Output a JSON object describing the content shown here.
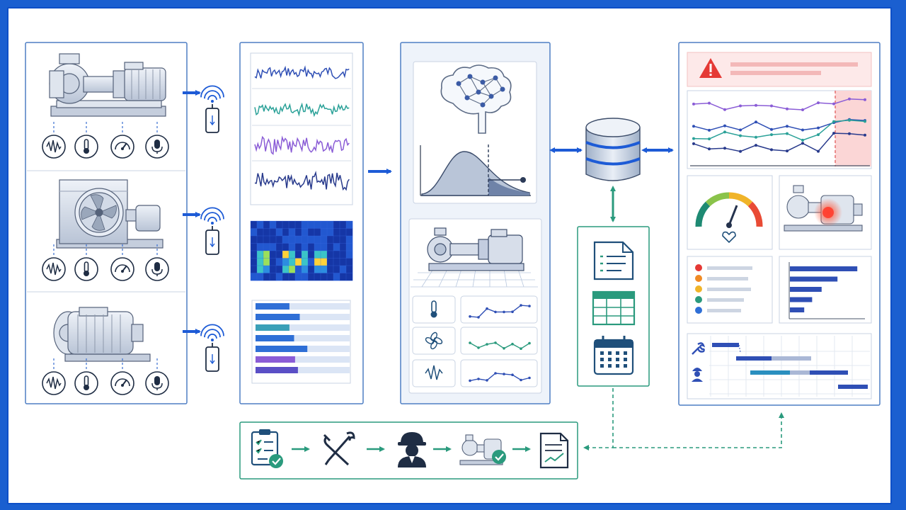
{
  "colors": {
    "frame": "#1a5fd0",
    "panel_border": "#4f7fc4",
    "arrow_blue": "#1d5bd6",
    "arrow_green": "#2a9a7d",
    "alert_red": "#e53935",
    "series": [
      "#2f4fb5",
      "#2aa198",
      "#8a5cd6",
      "#283a8c"
    ]
  },
  "machines": [
    {
      "type": "centrifugal-pump",
      "sensors": [
        "vibration",
        "temperature",
        "pressure",
        "acoustic"
      ]
    },
    {
      "type": "fan-unit",
      "sensors": [
        "vibration",
        "temperature",
        "pressure",
        "acoustic"
      ]
    },
    {
      "type": "electric-motor",
      "sensors": [
        "vibration",
        "temperature",
        "pressure",
        "acoustic"
      ]
    }
  ],
  "gateways": [
    "wireless-sensor-1",
    "wireless-sensor-2",
    "wireless-sensor-3"
  ],
  "signals": [
    {
      "color": "#2f4fb5"
    },
    {
      "color": "#2aa198"
    },
    {
      "color": "#8a5cd6"
    },
    {
      "color": "#283a8c"
    }
  ],
  "feature_bars": [
    0.36,
    0.47,
    0.36,
    0.41,
    0.55,
    0.42,
    0.45
  ],
  "sensor_trends": [
    "temperature",
    "airflow",
    "vibration"
  ],
  "storage": [
    "document-icon",
    "spreadsheet-icon",
    "calendar-icon"
  ],
  "dashboard": {
    "gauge_level": 0.62,
    "ranked_bars": [
      0.85,
      0.6,
      0.4,
      0.28,
      0.18
    ]
  },
  "workflow_steps": [
    "checklist-icon",
    "tools-icon",
    "technician-icon",
    "pump-ok-icon",
    "report-icon"
  ]
}
